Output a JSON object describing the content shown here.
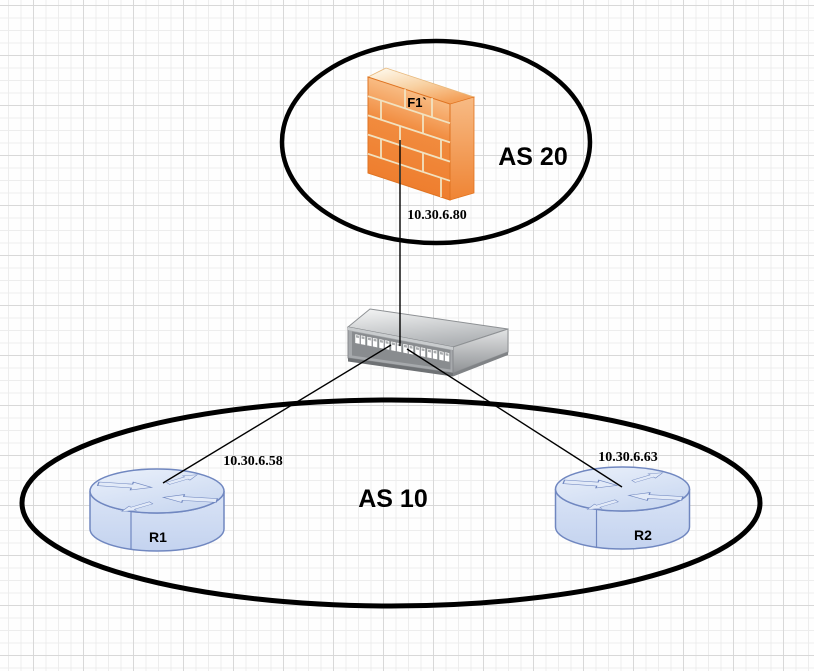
{
  "zones": {
    "as20": {
      "label": "AS 20"
    },
    "as10": {
      "label": "AS 10"
    }
  },
  "devices": {
    "firewall": {
      "label": "F1`",
      "ip": "10.30.6.80",
      "icon": "firewall-brick-wall-icon"
    },
    "switch": {
      "icon": "ethernet-switch-icon"
    },
    "router1": {
      "label": "R1",
      "ip": "10.30.6.58",
      "icon": "router-cylinder-icon"
    },
    "router2": {
      "label": "R2",
      "ip": "10.30.6.63",
      "icon": "router-cylinder-icon"
    }
  },
  "links": [
    {
      "from": "firewall",
      "to": "switch"
    },
    {
      "from": "switch",
      "to": "router1"
    },
    {
      "from": "switch",
      "to": "router2"
    }
  ],
  "colors": {
    "firewall_orange": "#F08236",
    "firewall_mortar": "#F1E2C0",
    "router_fill": "#D8E2F4",
    "router_stroke": "#7087C0",
    "switch_gray": "#B9BCBE",
    "boundary_stroke": "#000000",
    "link_stroke": "#000000",
    "label_color": "#000000"
  }
}
